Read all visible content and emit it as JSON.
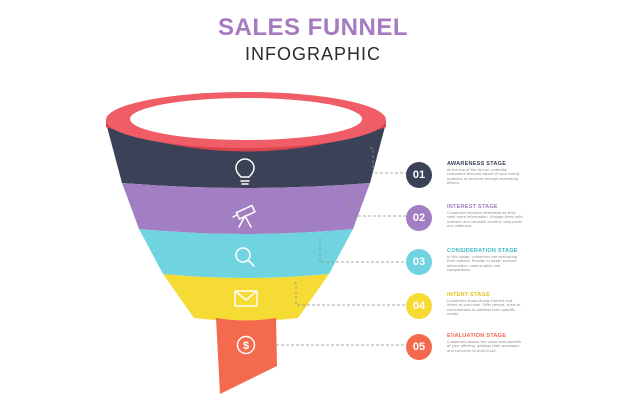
{
  "header": {
    "title": "SALES FUNNEL",
    "subtitle": "INFOGRAPHIC"
  },
  "colors": {
    "rim": "#f05d66",
    "title": "#a57ac0",
    "leader": "#8c8c8c",
    "bands": [
      "#3b4258",
      "#a27ec2",
      "#6fd3e0",
      "#f6db35",
      "#f46a4e"
    ]
  },
  "stages": [
    {
      "number": "01",
      "title": "AWARENESS STAGE",
      "icon": "lightbulb-icon",
      "color": "#3b4258",
      "description": "At the top of the funnel, potential customers become aware of your brand, products or services through marketing efforts."
    },
    {
      "number": "02",
      "title": "INTEREST STAGE",
      "icon": "telescope-icon",
      "color": "#a27ec2",
      "description": "Customers become interested as they seek more information. Engage them with relevant and valuable content, blog posts and webinars."
    },
    {
      "number": "03",
      "title": "CONSIDERATION STAGE",
      "icon": "magnifier-icon",
      "color": "#6fd3e0",
      "description": "In this stage, customers are evaluating their options. Provide in-depth product information, case studies and comparisons."
    },
    {
      "number": "04",
      "title": "INTENT STAGE",
      "icon": "envelope-icon",
      "color": "#f6db35",
      "description": "Customers show strong interest and intent to purchase. Offer demos, trials or consultations to address their specific needs."
    },
    {
      "number": "05",
      "title": "EVALUATION STAGE",
      "icon": "dollar-coin-icon",
      "color": "#f46a4e",
      "description": "Customers assess the value and benefits of your offering, address their questions and concerns to build trust."
    }
  ]
}
